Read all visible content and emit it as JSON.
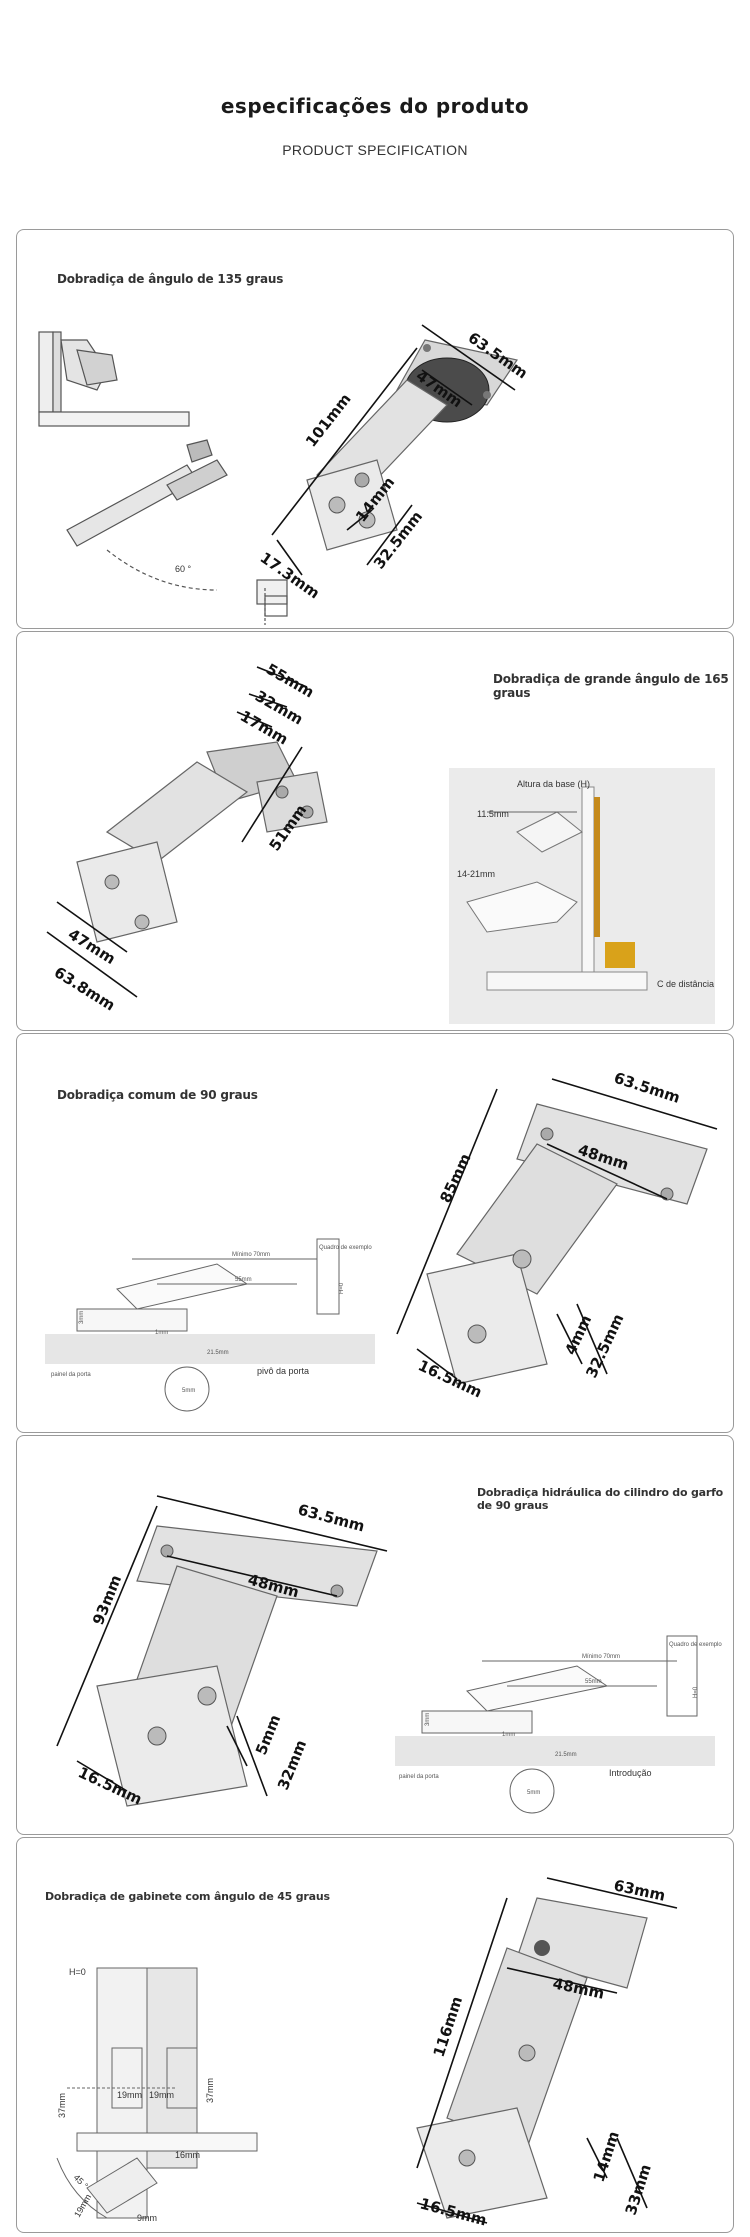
{
  "header": {
    "title": "especificações do produto",
    "subtitle": "PRODUCT SPECIFICATION"
  },
  "panels": [
    {
      "title": "Dobradiça de ângulo de 135 graus",
      "diagram_labels": {
        "angle": "60 °"
      },
      "dimensions": [
        "101mm",
        "63.5mm",
        "47mm",
        "14mm",
        "32.5mm",
        "17.3mm"
      ]
    },
    {
      "title": "Dobradiça de grande ângulo de 165 graus",
      "diagram_labels": {
        "base_height": "Altura da base (H)",
        "offset": "11.5mm",
        "range": "14-21mm",
        "distance": "C de distância"
      },
      "dimensions": [
        "55mm",
        "32mm",
        "17mm",
        "51mm",
        "47mm",
        "63.8mm"
      ]
    },
    {
      "title": "Dobradiça comum de 90 graus",
      "diagram_labels": {
        "min": "Mínimo 70mm",
        "frame": "Quadro de exemplo",
        "d55": "55mm",
        "h0": "H=0",
        "d3": "3mm",
        "d1": "1mm",
        "d21": "21.5mm",
        "pivot": "pivô da porta",
        "d5": "5mm",
        "panel": "painel da porta"
      },
      "dimensions": [
        "63.5mm",
        "48mm",
        "85mm",
        "4mm",
        "32.5mm",
        "16.5mm"
      ]
    },
    {
      "title": "Dobradiça hidráulica do cilindro do garfo de 90 graus",
      "diagram_labels": {
        "min": "Mínimo 70mm",
        "frame": "Quadro de exemplo",
        "d55": "55mm",
        "h0": "H=0",
        "d3": "3mm",
        "d1": "1mm",
        "d21": "21.5mm",
        "intro": "Introdução",
        "d5": "5mm",
        "panel": "painel da porta"
      },
      "dimensions": [
        "63.5mm",
        "48mm",
        "93mm",
        "5mm",
        "32mm",
        "16.5mm"
      ]
    },
    {
      "title": "Dobradiça de gabinete com ângulo de 45 graus",
      "diagram_labels": {
        "h0": "H=0",
        "d37a": "37mm",
        "d19a": "19mm",
        "d19b": "19mm",
        "d37b": "37mm",
        "d16": "16mm",
        "d45": "45 °",
        "d19c": "19mm",
        "d9": "9mm"
      },
      "dimensions": [
        "63mm",
        "48mm",
        "116mm",
        "14mm",
        "33mm",
        "16.5mm"
      ]
    }
  ]
}
